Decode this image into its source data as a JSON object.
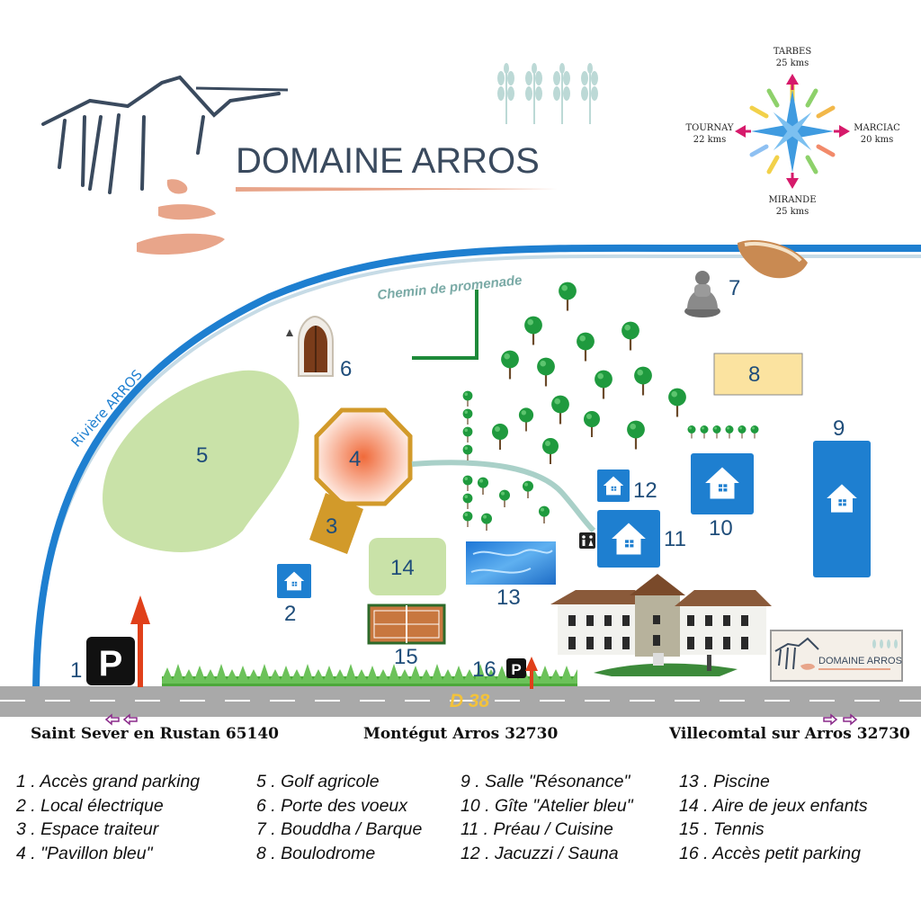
{
  "brand": {
    "title": "DOMAINE ARROS",
    "small_title": "DOMAINE ARROS"
  },
  "compass": {
    "north": {
      "name": "TARBES",
      "dist": "25 kms"
    },
    "south": {
      "name": "MIRANDE",
      "dist": "25 kms"
    },
    "west": {
      "name": "TOURNAY",
      "dist": "22 kms"
    },
    "east": {
      "name": "MARCIAC",
      "dist": "20 kms"
    }
  },
  "map": {
    "river_label": "Rivière ARROS",
    "path_label": "Chemin de promenade",
    "road_label": "D 38",
    "parking_symbol": "P",
    "markers": [
      "1",
      "2",
      "3",
      "4",
      "5",
      "6",
      "7",
      "8",
      "9",
      "10",
      "11",
      "12",
      "13",
      "14",
      "15",
      "16"
    ]
  },
  "towns": {
    "left": "Saint Sever en Rustan 65140",
    "center": "Montégut Arros 32730",
    "right": "Villecomtal sur Arros 32730"
  },
  "legend": [
    [
      "1 . Accès grand parking",
      "2 . Local électrique",
      "3 . Espace traiteur",
      "4 . \"Pavillon bleu\""
    ],
    [
      "5 . Golf agricole",
      "6 . Porte des voeux",
      "7 . Bouddha / Barque",
      "8 . Boulodrome"
    ],
    [
      "9 . Salle \"Résonance\"",
      "10 . Gîte \"Atelier bleu\"",
      "11 . Préau / Cuisine",
      "12 . Jacuzzi / Sauna"
    ],
    [
      "13 . Piscine",
      "14 . Aire de jeux enfants",
      "15 . Tennis",
      "16 . Accès petit parking"
    ]
  ],
  "colors": {
    "blue": "#1e7fd0",
    "dark_blue": "#1f4d7a",
    "green_lawn": "#c9e2a8",
    "gold": "#d29a2a",
    "salmon": "#e8a58a",
    "road": "#a9a9a9"
  }
}
